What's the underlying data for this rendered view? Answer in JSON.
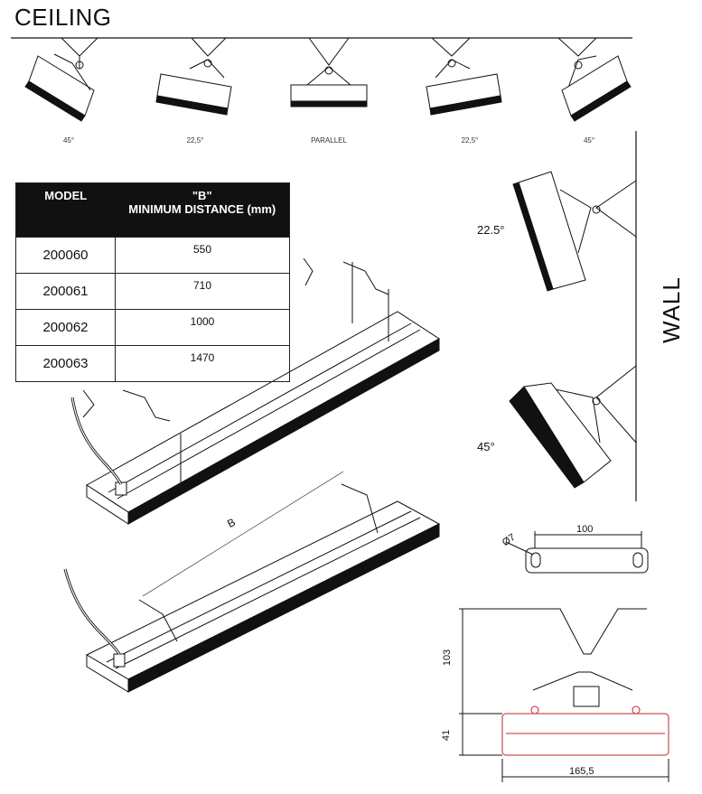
{
  "title": "CEILING",
  "ceiling_angles": [
    "45°",
    "22,5°",
    "PARALLEL",
    "22,5°",
    "45°"
  ],
  "table": {
    "header_model": "MODEL",
    "header_b": "\"B\"",
    "header_b_sub": "MINIMUM DISTANCE (mm)",
    "rows": [
      {
        "model": "200060",
        "distance": "550"
      },
      {
        "model": "200061",
        "distance": "710"
      },
      {
        "model": "200062",
        "distance": "1000"
      },
      {
        "model": "200063",
        "distance": "1470"
      }
    ]
  },
  "wall_label": "WALL",
  "wall_angles": [
    "22.5°",
    "45°"
  ],
  "b_label": "B",
  "bracket_dims": {
    "width": "100",
    "hole": "Ø7"
  },
  "profile_dims": {
    "height_top": "103",
    "height_bottom": "41",
    "width": "165,5"
  }
}
